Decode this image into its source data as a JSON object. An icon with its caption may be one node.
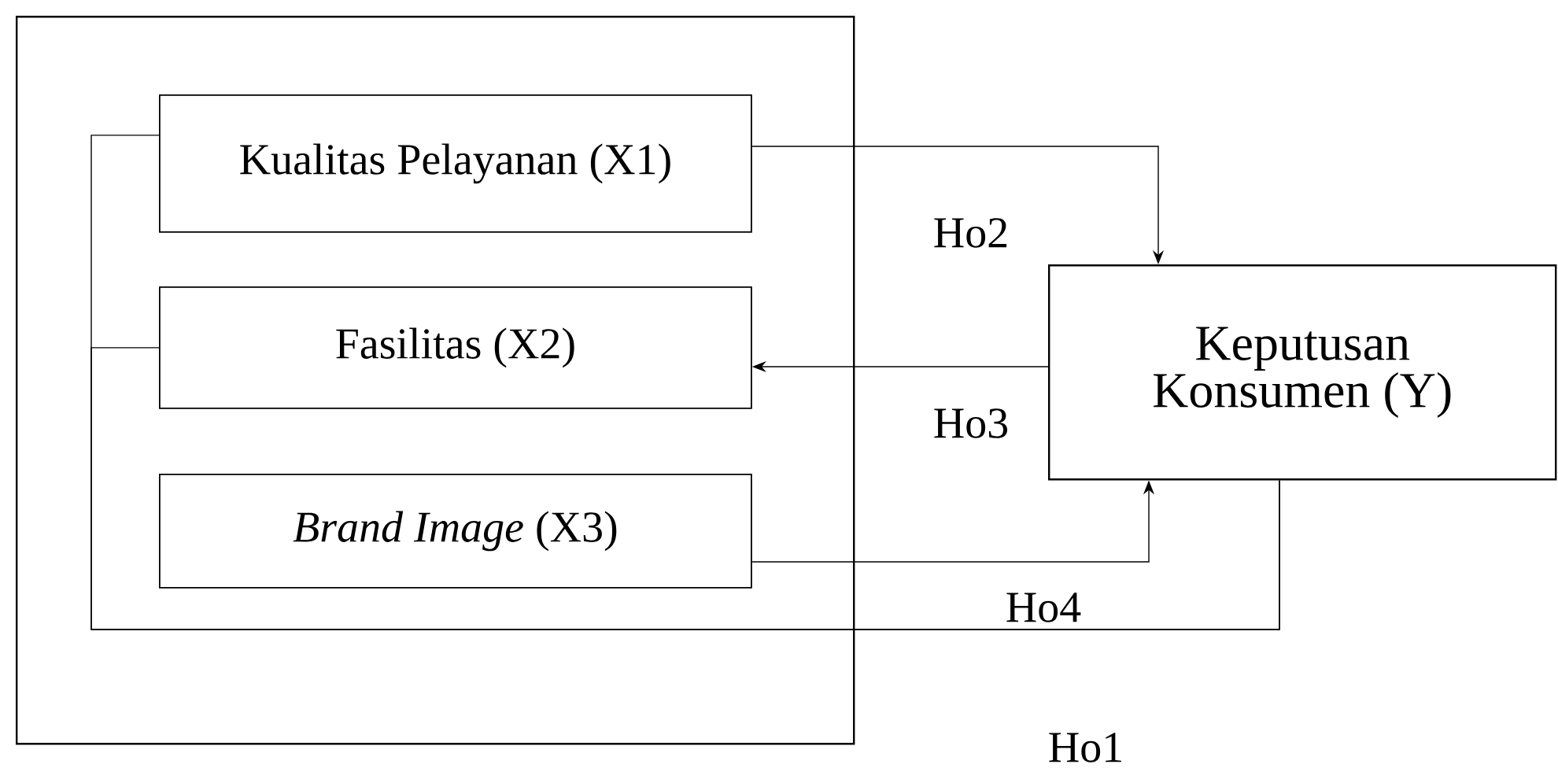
{
  "diagram": {
    "nodes": [
      {
        "text": [],
        "shape": "box"
      },
      {
        "text": [
          "Kualitas Pelayanan (X1)"
        ],
        "in": 0
      },
      {
        "text": [
          "Fasilitas (X2)"
        ],
        "in": 0
      },
      {
        "text": [
          "*Brand Image* (X3)"
        ],
        "in": 0
      },
      {
        "text": [
          "Keputusan Konsumen (Y)"
        ]
      }
    ],
    "edges": [
      {
        "from": 1,
        "to": 4,
        "arrow": "to",
        "label": "Ho2"
      },
      {
        "from": 4,
        "to": 2,
        "arrow": "to",
        "label": "Ho3"
      },
      {
        "from": 3,
        "to": 4,
        "arrow": "to"
      },
      {
        "from": 1,
        "to": 4,
        "arrow": "none",
        "label": "Ho4"
      },
      {
        "from": 2,
        "to": 4,
        "arrow": "none"
      }
    ],
    "labels": [
      "Ho1"
    ]
  }
}
